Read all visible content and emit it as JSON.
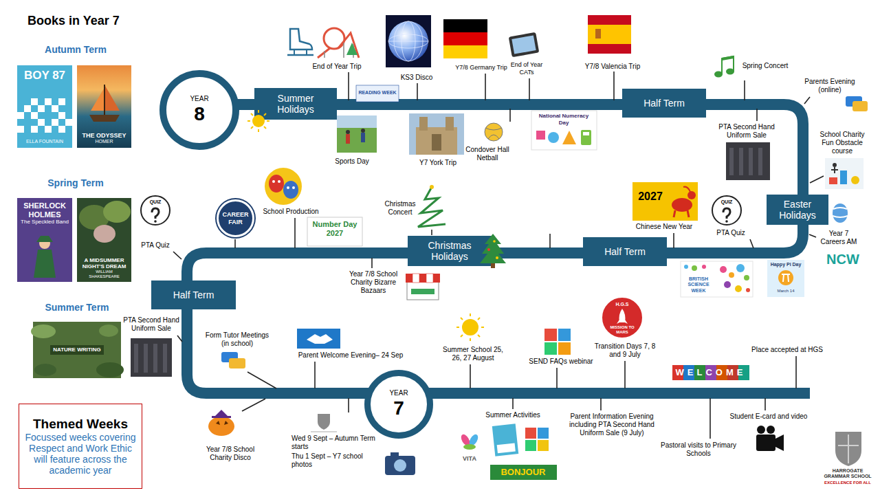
{
  "diagram": {
    "title": "Books in Year 7",
    "nodes": [
      {
        "text": [
          "BOY 87",
          "ELLA FOUNTAIN"
        ]
      },
      {
        "text": [
          "THE ODYSSEY",
          "HOMER"
        ]
      },
      {
        "text": [
          "SHERLOCK HOLMES",
          "The Speckled Band"
        ]
      },
      {
        "text": [
          "A MIDSUMMER NIGHT'S DREAM",
          "WILLIAM SHAKESPEARE"
        ]
      },
      {
        "text": [
          "NATURE WRITING"
        ]
      },
      {
        "text": [
          "Themed Weeks",
          "Focussed weeks covering Respect and Work Ethic will feature across the academic year"
        ]
      },
      {
        "text": [
          "YEAR",
          "8"
        ]
      },
      {
        "text": [
          "Summer Holidays"
        ]
      },
      {
        "text": [
          "Half Term"
        ]
      },
      {
        "text": [
          "Easter Holidays"
        ]
      },
      {
        "text": [
          "Half Term"
        ]
      },
      {
        "text": [
          "Christmas Holidays"
        ]
      },
      {
        "text": [
          "CAREER FAIR"
        ]
      },
      {
        "text": [
          "Half Term"
        ]
      },
      {
        "text": [
          "YEAR",
          "7"
        ]
      }
    ],
    "labels": [
      "Autumn Term",
      "Spring Term",
      "Summer Term",
      "End of Year Trip",
      "KS3 Disco",
      "Y7/8 Germany Trip",
      "End of Year CATs",
      "Y7/8 Valencia Trip",
      "READING WEEK",
      "Sports Day",
      "Y7 York Trip",
      "Condover Hall Netball",
      "National Numeracy Day",
      "Spring Concert",
      "Parents Evening (online)",
      "PTA Second Hand Uniform Sale",
      "School Charity Fun Obstacle course",
      "Year 7 Careers AM",
      "NCW",
      "Chinese New Year",
      "2027",
      "PTA Quiz",
      "QUIZ",
      "BRITISH SCIENCE WEEK",
      "Happy Pi Day",
      "March 14",
      "Christmas Concert",
      "Number Day 2027",
      "School Production",
      "Year 7/8 School Charity Bizarre Bazaars",
      "PTA Quiz",
      "QUIZ",
      "PTA Second Hand Uniform Sale",
      "Form Tutor Meetings (in school)",
      "Parent Welcome Evening– 24 Sep",
      "Year 7/8 School Charity Disco",
      "Wed 9 Sept – Autumn Term starts",
      "Thu 1 Sept – Y7 school photos",
      "Summer School 25, 26, 27 August",
      "Summer Activities",
      "VITA",
      "BONJOUR",
      "SEND FAQs webinar",
      "Parent Information Evening including PTA Second Hand Uniform Sale (9 July)",
      "Transition Days 7, 8 and 9 July",
      "H.G.S",
      "MISSION TO MARS",
      "WELCOME",
      "Place accepted at HGS",
      "Student E-card and video",
      "Pastoral visits to Primary Schools",
      "HARROGATE GRAMMAR SCHOOL",
      "EXCELLENCE FOR ALL"
    ]
  }
}
